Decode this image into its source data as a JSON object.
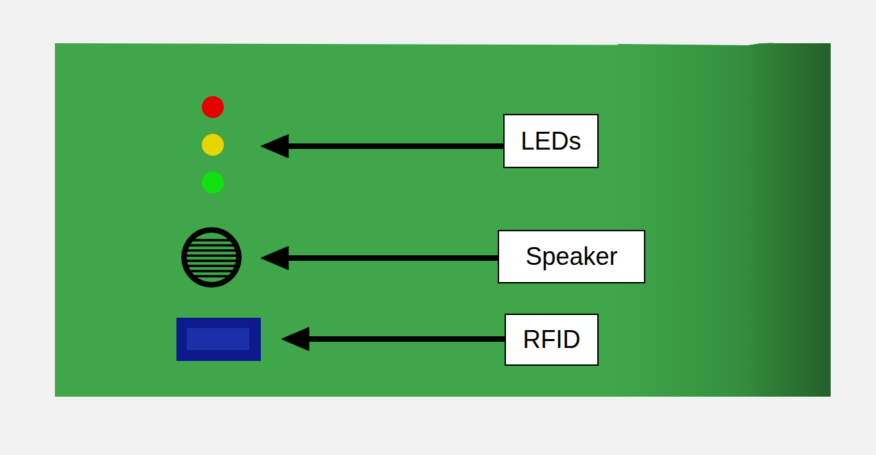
{
  "diagram": {
    "nodes": [
      {
        "text": [
          "LEDs"
        ]
      },
      {
        "text": [
          "Speaker"
        ]
      },
      {
        "text": [
          "RFID"
        ]
      }
    ]
  }
}
